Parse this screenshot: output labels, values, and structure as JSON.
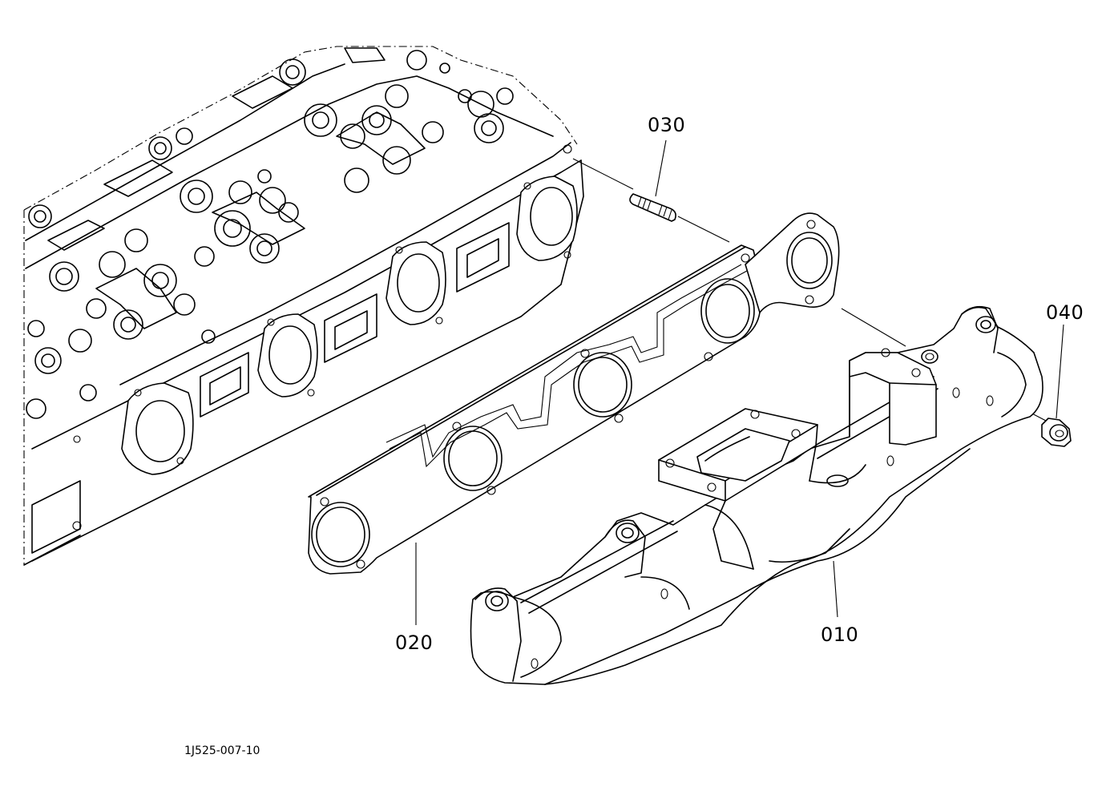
{
  "diagram": {
    "parts": [
      {
        "id": "010",
        "name": "exhaust-manifold"
      },
      {
        "id": "020",
        "name": "manifold-gasket"
      },
      {
        "id": "030",
        "name": "stud-bolt"
      },
      {
        "id": "040",
        "name": "flange-nut"
      }
    ],
    "drawing_code": "1J525-007-10"
  }
}
